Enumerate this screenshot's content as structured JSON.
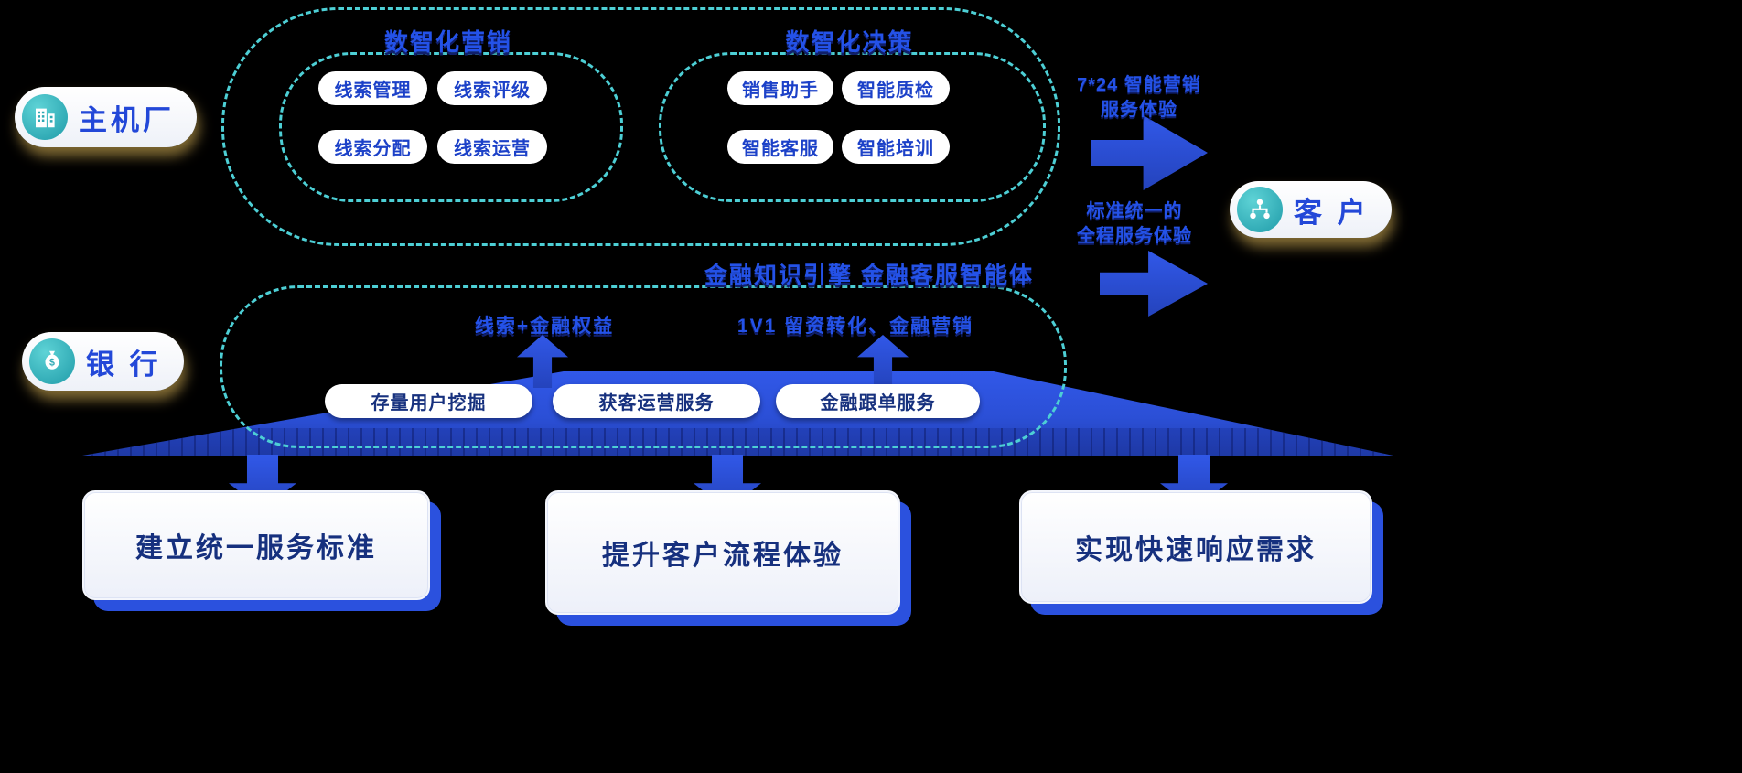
{
  "palette": {
    "background": "#000000",
    "primary_blue": "#2B51DE",
    "dark_blue": "#2240B2",
    "teal_dash": "#4DCFD5",
    "icon_teal": "#2FA9B4",
    "pill_text_blue": "#1C41C8",
    "card_text_navy": "#16307E",
    "title_blue": "#2452E8"
  },
  "actors": {
    "oem": {
      "label": "主机厂",
      "icon": "building-icon"
    },
    "bank": {
      "label": "银  行",
      "icon": "money-bag-icon"
    },
    "customer": {
      "label": "客  户",
      "icon": "org-people-icon"
    }
  },
  "marketing": {
    "title": "数智化营销",
    "items": [
      "线索管理",
      "线索评级",
      "线索分配",
      "线索运营"
    ]
  },
  "decision": {
    "title": "数智化决策",
    "items": [
      "销售助手",
      "智能质检",
      "智能客服",
      "智能培训"
    ]
  },
  "finance_engine": "金融知识引擎  金融客服智能体",
  "bank_flows": {
    "left": "线索+金融权益",
    "right": "1V1 留资转化、金融营销"
  },
  "services": [
    "存量用户挖掘",
    "获客运营服务",
    "金融跟单服务"
  ],
  "right_labels": {
    "top": [
      "7*24 智能营销",
      "服务体验"
    ],
    "bottom": [
      "标准统一的",
      "全程服务体验"
    ]
  },
  "cards": [
    "建立统一服务标准",
    "提升客户流程体验",
    "实现快速响应需求"
  ]
}
